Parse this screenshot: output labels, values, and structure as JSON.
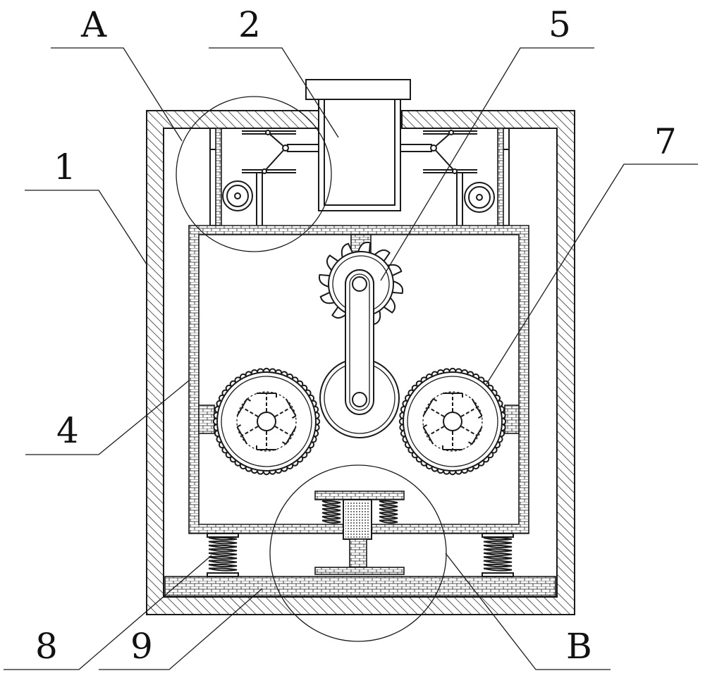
{
  "figure": {
    "callouts": [
      {
        "id": "A",
        "text": "A"
      },
      {
        "id": "2",
        "text": "2"
      },
      {
        "id": "5",
        "text": "5"
      },
      {
        "id": "1",
        "text": "1"
      },
      {
        "id": "7",
        "text": "7"
      },
      {
        "id": "4",
        "text": "4"
      },
      {
        "id": "8",
        "text": "8"
      },
      {
        "id": "9",
        "text": "9"
      },
      {
        "id": "B",
        "text": "B"
      }
    ],
    "colors": {
      "line": "#1a1a1a",
      "background": "#ffffff"
    }
  }
}
